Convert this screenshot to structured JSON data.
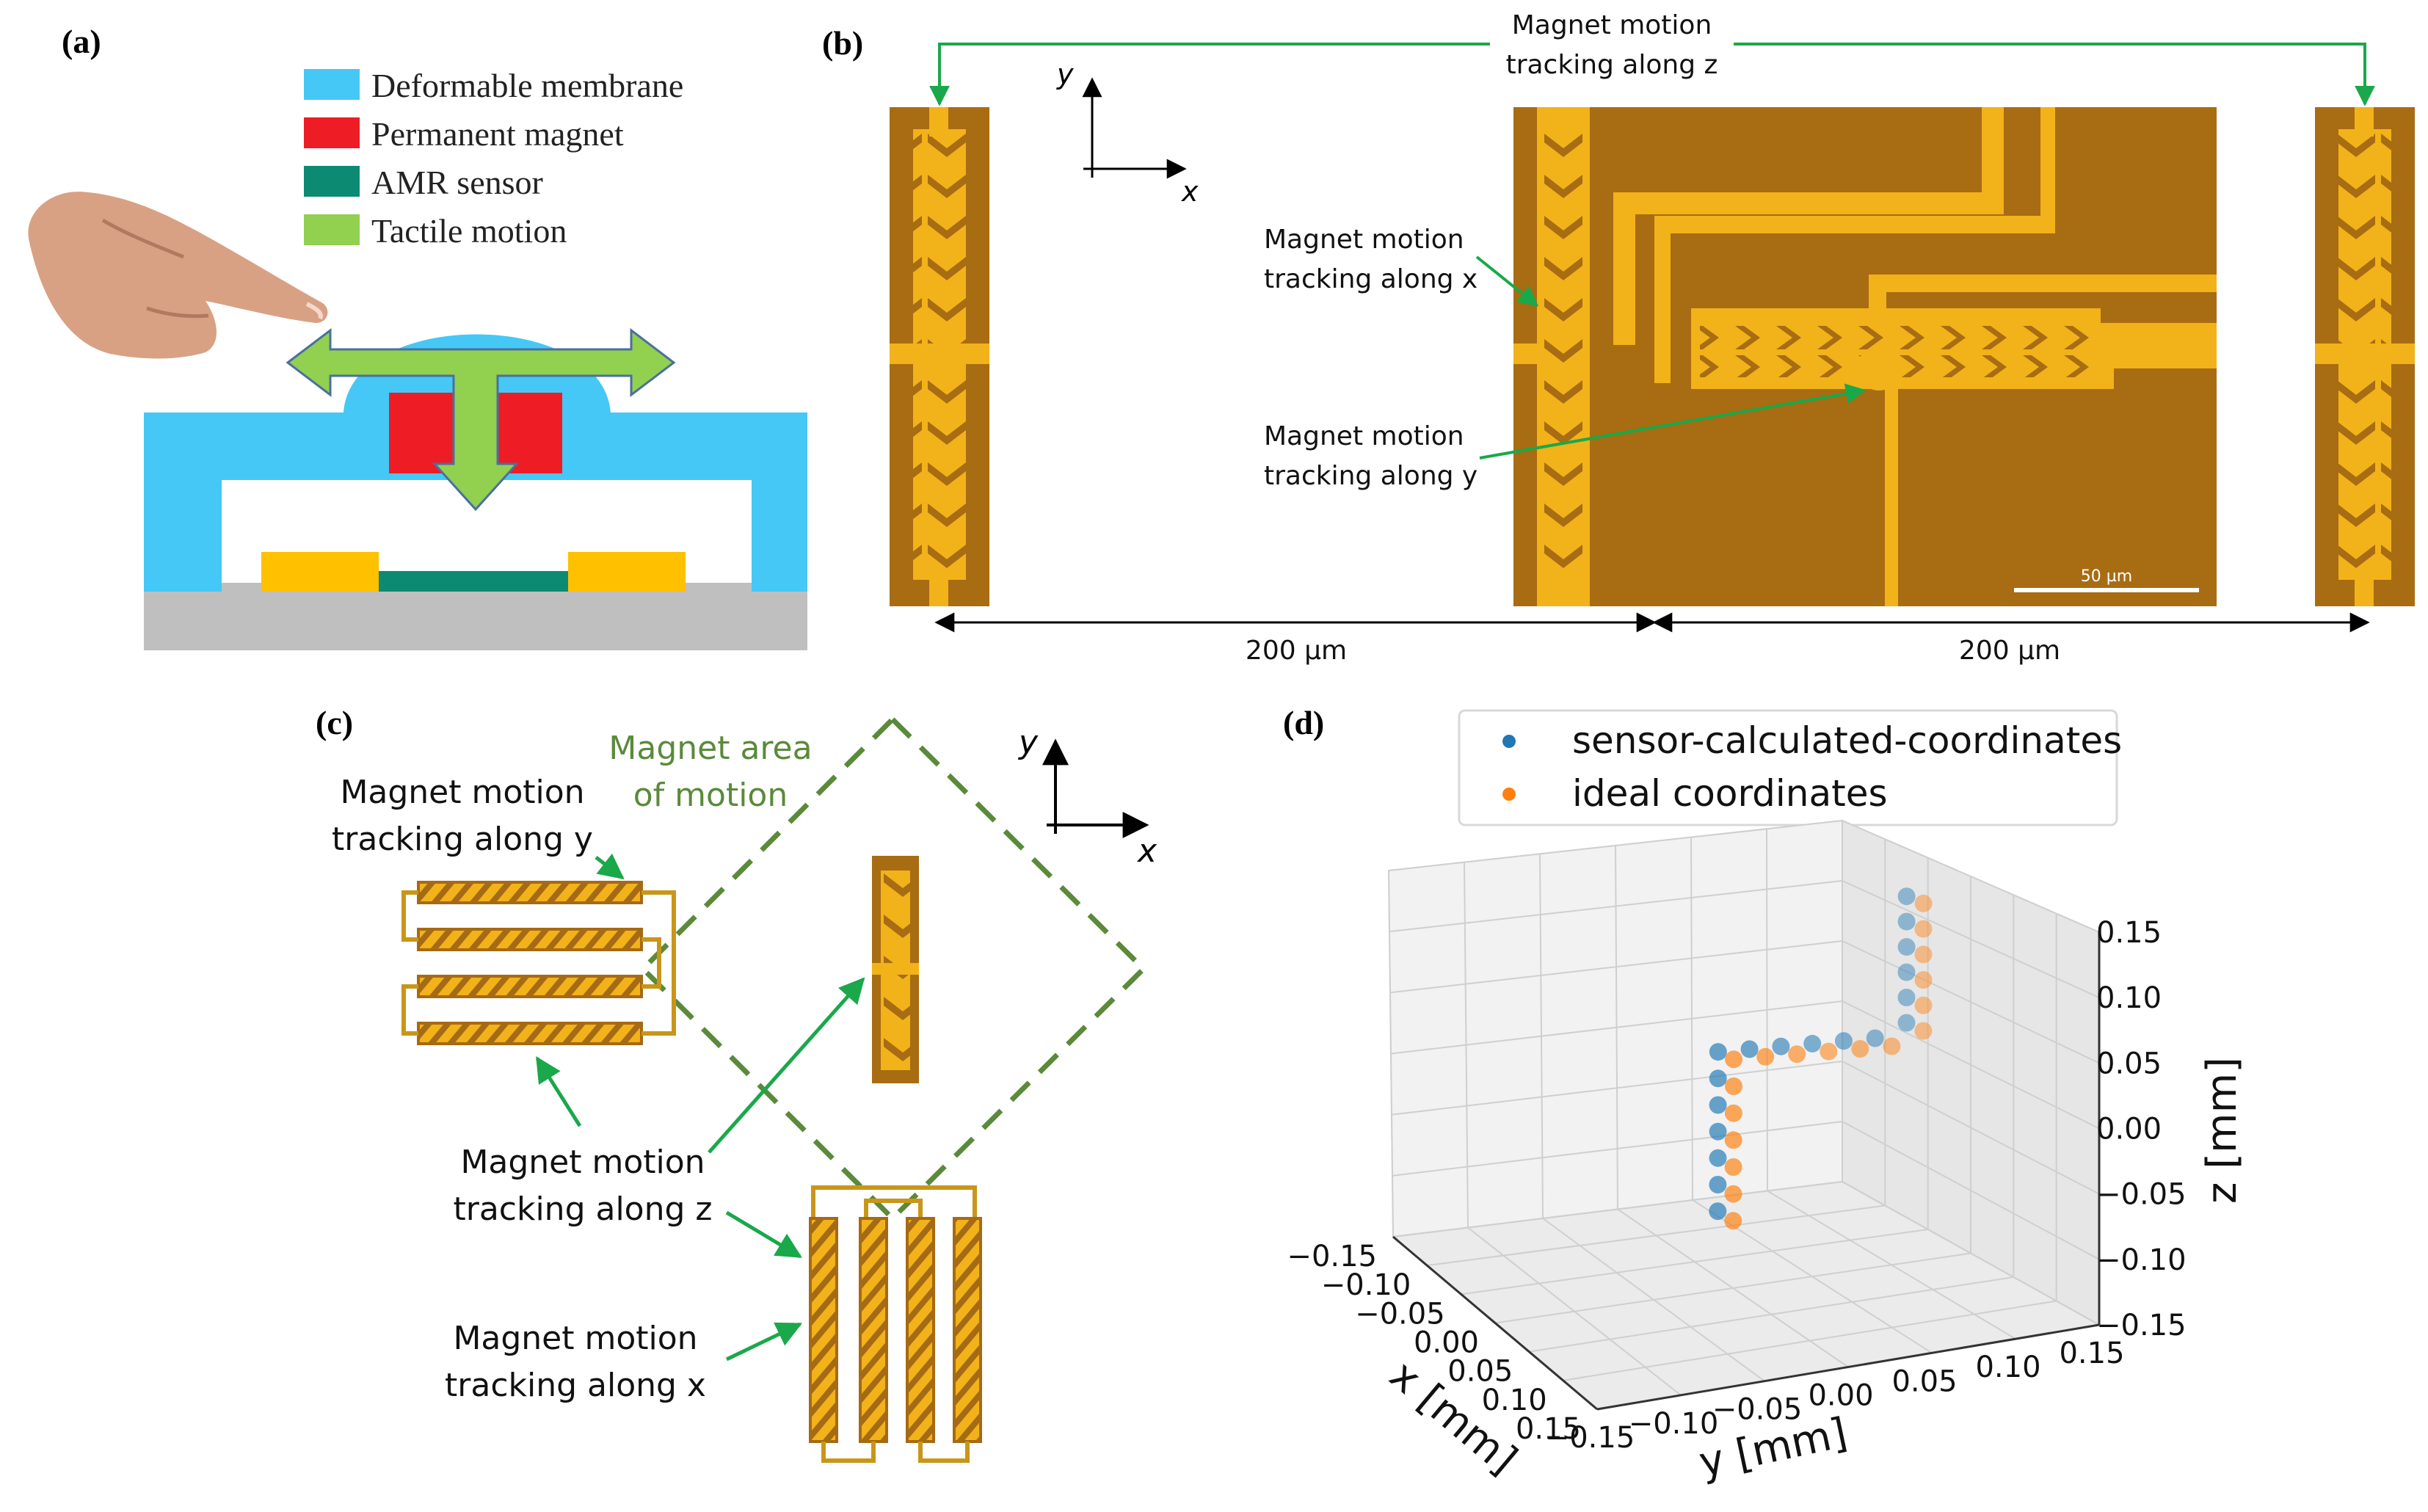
{
  "panel_labels": {
    "a": "(a)",
    "b": "(b)",
    "c": "(c)",
    "d": "(d)"
  },
  "panel_a": {
    "legend": [
      {
        "label": "Deformable membrane",
        "color": "#45c8f5"
      },
      {
        "label": "Permanent magnet",
        "color": "#ee1c24"
      },
      {
        "label": "AMR sensor",
        "color": "#0d8a72"
      },
      {
        "label": "Tactile motion",
        "color": "#92d050"
      }
    ],
    "colors": {
      "electrode": "#ffc000",
      "substrate": "#bfbfbf"
    }
  },
  "panel_b": {
    "top_annotation": [
      "Magnet motion",
      "tracking along z"
    ],
    "x_annotation": [
      "Magnet motion",
      "tracking along x"
    ],
    "y_annotation": [
      "Magnet motion",
      "tracking along y"
    ],
    "axis_x": "x",
    "axis_y": "y",
    "dim_left": "200 µm",
    "dim_right": "200 µm",
    "scale_bar": "50 µm"
  },
  "panel_c": {
    "magnet_area": [
      "Magnet area",
      "of motion"
    ],
    "y_annotation": [
      "Magnet motion",
      "tracking along y"
    ],
    "z_annotation": [
      "Magnet motion",
      "tracking along z"
    ],
    "x_annotation": [
      "Magnet motion",
      "tracking along x"
    ],
    "axis_x": "x",
    "axis_y": "y"
  },
  "chart_data": {
    "type": "scatter",
    "legend": [
      {
        "name": "sensor-calculated-coordinates",
        "color": "#1f77b4"
      },
      {
        "name": "ideal coordinates",
        "color": "#ff7f0e"
      }
    ],
    "xlabel": "x [mm]",
    "ylabel": "y [mm]",
    "zlabel": "z [mm]",
    "xlim": [
      -0.15,
      0.15
    ],
    "ylim": [
      -0.15,
      0.15
    ],
    "zlim": [
      -0.15,
      0.15
    ],
    "x_ticks": [
      "−0.15",
      "−0.10",
      "−0.05",
      "0.00",
      "0.05",
      "0.10",
      "0.15"
    ],
    "y_ticks": [
      "−0.15",
      "−0.10",
      "−0.05",
      "0.00",
      "0.05",
      "0.10",
      "0.15"
    ],
    "z_ticks": [
      "0.15",
      "0.10",
      "0.05",
      "0.00",
      "−0.05",
      "−0.10",
      "−0.15"
    ],
    "grid": true,
    "legend_placement": "top",
    "series": [
      {
        "name": "sensor-calculated-coordinates",
        "points": [
          [
            -0.02,
            0,
            -0.1
          ],
          [
            -0.02,
            0,
            -0.08
          ],
          [
            -0.02,
            0,
            -0.06
          ],
          [
            -0.02,
            0,
            -0.04
          ],
          [
            -0.02,
            0,
            -0.02
          ],
          [
            -0.02,
            0,
            0
          ],
          [
            -0.02,
            0,
            0.02
          ],
          [
            -0.02,
            0.02,
            0.02
          ],
          [
            -0.02,
            0.04,
            0.02
          ],
          [
            -0.02,
            0.06,
            0.02
          ],
          [
            -0.02,
            0.08,
            0.02
          ],
          [
            -0.02,
            0.1,
            0.02
          ],
          [
            -0.02,
            0.12,
            0.03
          ],
          [
            -0.02,
            0.12,
            0.05
          ],
          [
            -0.02,
            0.12,
            0.07
          ],
          [
            -0.02,
            0.12,
            0.09
          ],
          [
            -0.02,
            0.12,
            0.11
          ],
          [
            -0.02,
            0.12,
            0.13
          ]
        ]
      },
      {
        "name": "ideal coordinates",
        "points": [
          [
            0,
            0,
            -0.1
          ],
          [
            0,
            0,
            -0.08
          ],
          [
            0,
            0,
            -0.06
          ],
          [
            0,
            0,
            -0.04
          ],
          [
            0,
            0,
            -0.02
          ],
          [
            0,
            0,
            0
          ],
          [
            0,
            0,
            0.02
          ],
          [
            0,
            0.02,
            0.02
          ],
          [
            0,
            0.04,
            0.02
          ],
          [
            0,
            0.06,
            0.02
          ],
          [
            0,
            0.08,
            0.02
          ],
          [
            0,
            0.1,
            0.02
          ],
          [
            0,
            0.12,
            0.03
          ],
          [
            0,
            0.12,
            0.05
          ],
          [
            0,
            0.12,
            0.07
          ],
          [
            0,
            0.12,
            0.09
          ],
          [
            0,
            0.12,
            0.11
          ],
          [
            0,
            0.12,
            0.13
          ]
        ]
      }
    ]
  }
}
